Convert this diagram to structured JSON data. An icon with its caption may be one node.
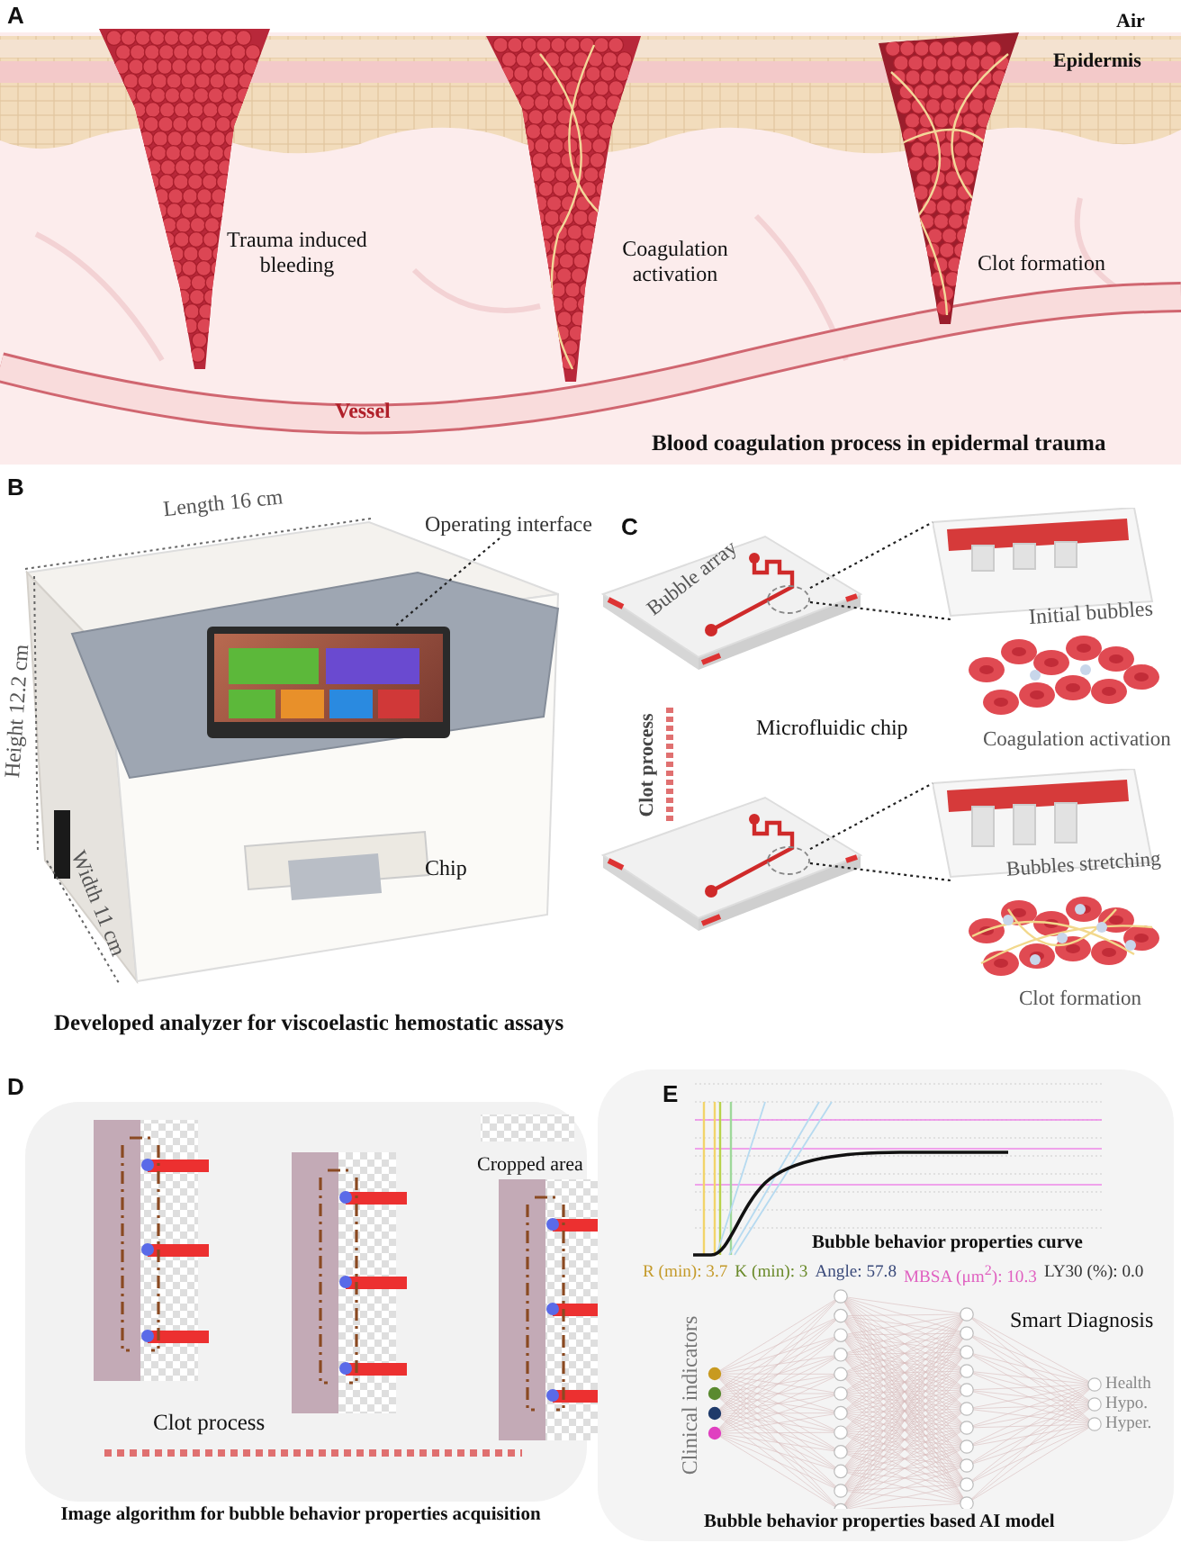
{
  "diagram": {
    "nodes": [
      {
        "text": [
          "Operating interface"
        ]
      },
      {
        "text": [],
        "shape": "picture"
      },
      {
        "text": [],
        "shape": "circle"
      },
      {
        "text": [],
        "shape": "picture"
      },
      {
        "text": [],
        "shape": "circle"
      },
      {
        "text": [],
        "shape": "picture"
      }
    ],
    "edges": [
      {
        "from": 0,
        "to": 1,
        "arrow": "none",
        "style": "dashed"
      },
      {
        "from": 2,
        "to": 3,
        "arrow": "none",
        "style": "dashed"
      },
      {
        "from": 2,
        "to": 3,
        "arrow": "none",
        "style": "dashed"
      },
      {
        "from": 4,
        "to": 5,
        "arrow": "none",
        "style": "dashed"
      },
      {
        "from": 4,
        "to": 5,
        "arrow": "none",
        "style": "dashed"
      }
    ],
    "labels": [
      "A",
      "Air",
      "Epidermis",
      "Trauma induced bleeding",
      "Coagulation activation",
      "Clot formation",
      "Vessel",
      "Blood coagulation process in epidermal trauma",
      "B",
      "Length 16 cm",
      "Height 12.2 cm",
      "Width 11 cm",
      "Chip",
      "Developed analyzer for viscoelastic hemostatic assays",
      "C",
      "Bubble array",
      "Microfluidic chip",
      "Clot process",
      "Initial bubbles",
      "Coagulation activation",
      "Bubbles stretching",
      "Clot formation",
      "D",
      "Cropped area",
      "Clot process",
      "Image algorithm for bubble behavior properties acquisition",
      "E",
      "Bubble behavior properties curve",
      "R (min): 3.7",
      "K (min): 3",
      "Angle: 57.8",
      "MBSA (μm$^{2}$): 10.3",
      "LY30 (%): 0.0",
      "Clinical indicators",
      "Smart Diagnosis",
      "Health",
      "Hypo.",
      "Hyper.",
      "Bubble behavior properties based AI model"
    ]
  }
}
